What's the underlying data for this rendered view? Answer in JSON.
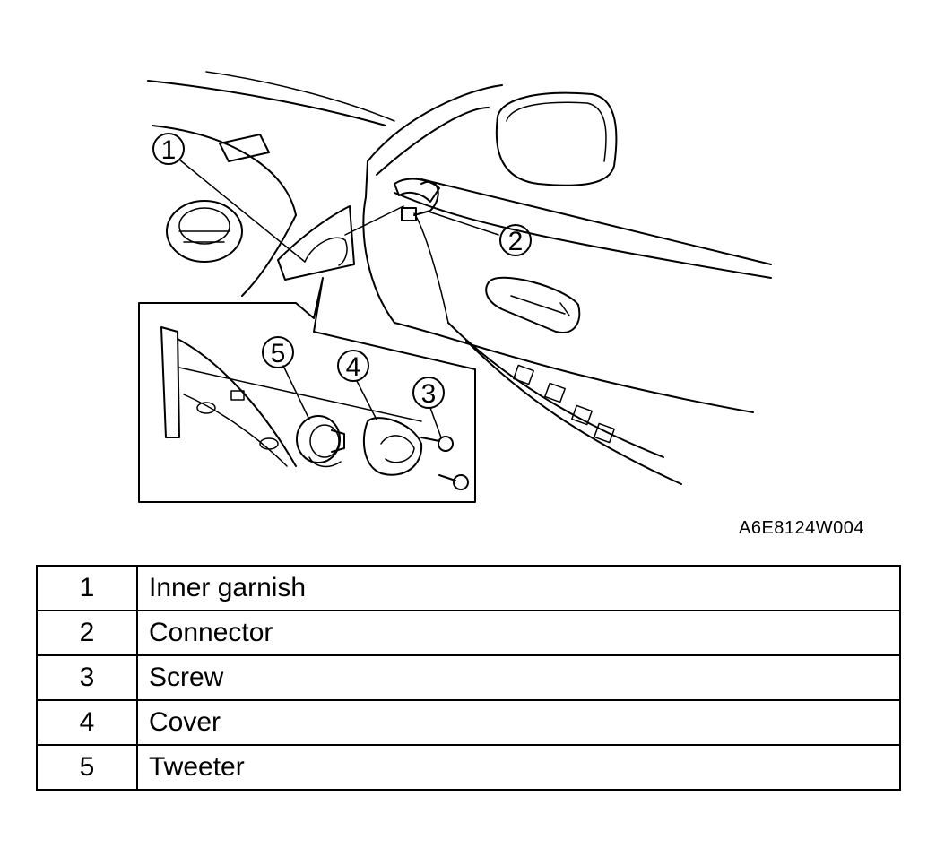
{
  "diagram": {
    "callouts": [
      "1",
      "2",
      "3",
      "4",
      "5"
    ]
  },
  "figure_code": "A6E8124W004",
  "parts": [
    {
      "number": "1",
      "name": "Inner garnish"
    },
    {
      "number": "2",
      "name": "Connector"
    },
    {
      "number": "3",
      "name": "Screw"
    },
    {
      "number": "4",
      "name": "Cover"
    },
    {
      "number": "5",
      "name": "Tweeter"
    }
  ]
}
